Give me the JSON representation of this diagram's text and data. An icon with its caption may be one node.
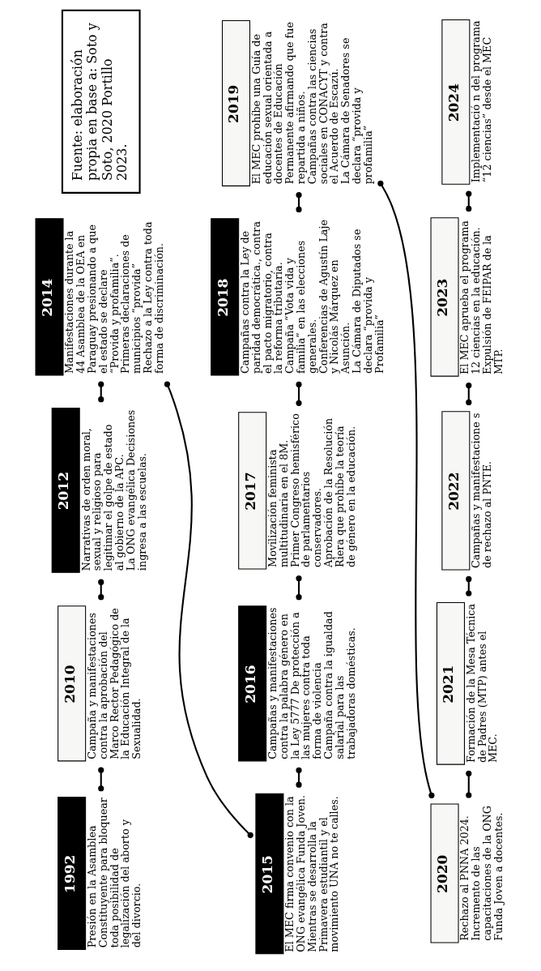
{
  "diagram": {
    "nodes": [
      {
        "text": [
          "1992"
        ],
        "beside": [
          "Presión en la Asamblea Constituyente para bloquear toda posibilidad de legalización del aborto y del divorcio."
        ]
      },
      {
        "text": [
          "2010"
        ],
        "beside": [
          "Campaña y manifestaciones contra la aprobación del Marco Rector Pedagógico de la Educación Integral de la Sexualidad."
        ]
      },
      {
        "text": [
          "2012"
        ],
        "beside": [
          "Narrativas de orden moral, sexual y religioso para legitimar el golpe de estado al gobierno de la APC.",
          "La ONG evangélica Decisiones ingresa a las escuelas."
        ]
      },
      {
        "text": [
          "2014"
        ],
        "beside": [
          "Manifestaciones durante la 44 Asamblea de la OEA en Paraguay presionando a que el estado se declare “Provida y profamilia”.",
          "Primeras declaraciones de municipios “provida”",
          "Rechazo a la Ley contra toda forma de discriminación."
        ]
      },
      {
        "text": [
          "2015"
        ],
        "beside": [
          "El MEC firma convenio con la ONG evangélica Funda Joven.",
          "Mientras se desarrolla la Primavera estudiantil y el movimiento UNA no te calles."
        ]
      },
      {
        "text": [
          "2016"
        ],
        "beside": [
          "Campañas y manifestaciones contra la palabra género en la Ley 5777 De protección a las mujeres contra toda forma de violencia",
          "Campaña contra la igualdad salarial para las trabajadoras domésticas."
        ]
      },
      {
        "text": [
          "2017"
        ],
        "beside": [
          "Movilización feminista multitudinaria en el 8M.",
          "Primer Congreso hemisférico de parlamentarios conservadores.",
          "Aprobación de la Resolución Riera que prohíbe la teoría de género en la educación."
        ]
      },
      {
        "text": [
          "2018"
        ],
        "beside": [
          "Campañas contra la Ley de paridad democrática., contra el pacto migratorio, contra la reforma tributaria.",
          "Campaña “Vota vida y familia” en las elecciones generales.",
          "Conferencias de Agustín Laje y Nicolás Márquez en Asunción.",
          "La Cámara de Diputados se declara “provida y Profamilia”"
        ]
      },
      {
        "text": [
          "2019"
        ],
        "beside": [
          "El MEC prohíbe una Guía de educación sexual orientada a docentes de Educación Permanente afirmando que fue repartida a niños.",
          "Campañas contra las ciencias sociales en CONACYT y contra el Acuerdo de Escazú.",
          "La Cámara de Senadores se declara “provida y profamilia”"
        ]
      },
      {
        "text": [
          "2020"
        ],
        "beside": [
          "Rechazo al PNNA 2024.",
          "Incremento de las capacitaciones de la ONG Funda Joven a docentes."
        ]
      },
      {
        "text": [
          "2021"
        ],
        "beside": [
          "Formación de la Mesa Técnica de Padres (MTP) antes el MEC."
        ]
      },
      {
        "text": [
          "2022"
        ],
        "beside": [
          "Campañas y manifestacione s de rechazo al PNTE."
        ]
      },
      {
        "text": [
          "2023"
        ],
        "beside": [
          "El MEC aprueba el programa 12 ciencias en la educación.",
          "Expulsión de FEIPAR de la MTP."
        ]
      },
      {
        "text": [
          "2024"
        ],
        "beside": [
          "Implementació n del programa “12 ciencias” desde el MEC"
        ]
      },
      {
        "text": [
          "Fuente: elaboración propia en base a: Soto y Soto, 2020 Portillo 2023."
        ]
      }
    ],
    "edges": [
      {
        "from": 0,
        "to": 1,
        "arrow": "other"
      },
      {
        "from": 1,
        "to": 2,
        "arrow": "other"
      },
      {
        "from": 2,
        "to": 3,
        "arrow": "other"
      },
      {
        "from": 3,
        "to": 4,
        "arrow": "other"
      },
      {
        "from": 4,
        "to": 5,
        "arrow": "other"
      },
      {
        "from": 5,
        "to": 6,
        "arrow": "other"
      },
      {
        "from": 6,
        "to": 7,
        "arrow": "other"
      },
      {
        "from": 7,
        "to": 8,
        "arrow": "other"
      },
      {
        "from": 8,
        "to": 9,
        "arrow": "other"
      },
      {
        "from": 9,
        "to": 10,
        "arrow": "other"
      },
      {
        "from": 10,
        "to": 11,
        "arrow": "other"
      },
      {
        "from": 11,
        "to": 12,
        "arrow": "other"
      },
      {
        "from": 12,
        "to": 13,
        "arrow": "other"
      }
    ]
  }
}
